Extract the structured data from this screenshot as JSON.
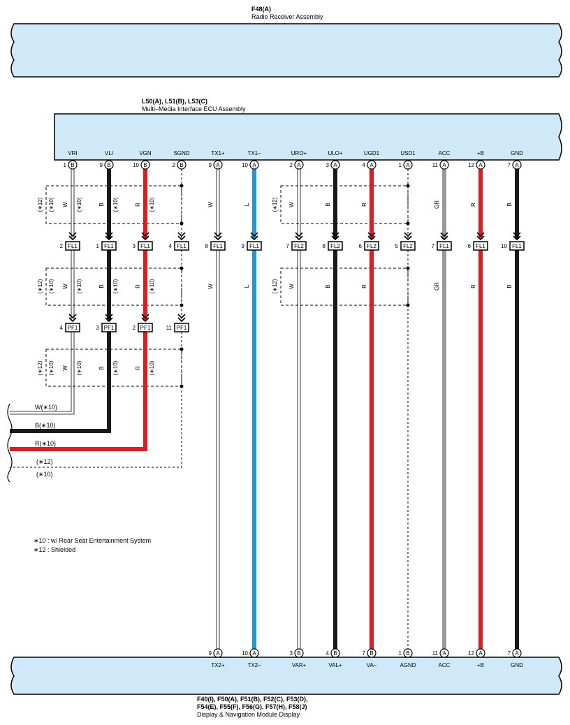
{
  "top_assembly": {
    "code": "F48(A)",
    "name": "Radio Receiver Assembly"
  },
  "mid_assembly": {
    "code": "L50(A), L51(B), L53(C)",
    "name": "Multi–Media Interface ECU Assembly"
  },
  "bottom_assembly": {
    "code_line1": "F40(I), F50(A), F51(B), F52(C), F53(D),",
    "code_line2": "F54(E), F55(F), F56(G), F57(H), F58(J)",
    "name": "Display & Navigation Module Display"
  },
  "notes": [
    "∗10 : w/ Rear Seat Entertainment System",
    "∗12 : Shielded"
  ],
  "colors": {
    "panel_fill": "#cfe9f8",
    "red": "#e01b22",
    "blue": "#1a9ad9",
    "black": "#1a1a1a",
    "gray": "#999999"
  },
  "top_pins": [
    {
      "label": "VRI",
      "num": "1",
      "conn": "B"
    },
    {
      "label": "VLI",
      "num": "9",
      "conn": "B"
    },
    {
      "label": "VGN",
      "num": "10",
      "conn": "B"
    },
    {
      "label": "SGND",
      "num": "2",
      "conn": "B"
    },
    {
      "label": "TX1+",
      "num": "9",
      "conn": "A"
    },
    {
      "label": "TX1–",
      "num": "10",
      "conn": "A"
    },
    {
      "label": "URO+",
      "num": "2",
      "conn": "A"
    },
    {
      "label": "ULO+",
      "num": "3",
      "conn": "A"
    },
    {
      "label": "UGD1",
      "num": "4",
      "conn": "A"
    },
    {
      "label": "USD1",
      "num": "1",
      "conn": "A"
    },
    {
      "label": "ACC",
      "num": "11",
      "conn": "A"
    },
    {
      "label": "+B",
      "num": "12",
      "conn": "A"
    },
    {
      "label": "GND",
      "num": "7",
      "conn": "A"
    }
  ],
  "fl_row": [
    {
      "num": "2",
      "name": "FL1"
    },
    {
      "num": "1",
      "name": "FL1"
    },
    {
      "num": "3",
      "name": "FL1"
    },
    {
      "num": "4",
      "name": "FL1"
    },
    {
      "num": "8",
      "name": "FL1"
    },
    {
      "num": "9",
      "name": "FL1"
    },
    {
      "num": "7",
      "name": "FL2"
    },
    {
      "num": "8",
      "name": "FL2"
    },
    {
      "num": "6",
      "name": "FL2"
    },
    {
      "num": "5",
      "name": "FL2"
    },
    {
      "num": "7",
      "name": "FL1"
    },
    {
      "num": "6",
      "name": "FL1"
    },
    {
      "num": "10",
      "name": "FL1"
    }
  ],
  "pf_row": [
    {
      "num": "4",
      "name": "PF1"
    },
    {
      "num": "3",
      "name": "PF1"
    },
    {
      "num": "2",
      "name": "PF1"
    },
    {
      "num": "11",
      "name": "PF1"
    }
  ],
  "bottom_pins": [
    {
      "label": "TX2+",
      "num": "9",
      "conn": "A"
    },
    {
      "label": "TX2–",
      "num": "10",
      "conn": "A"
    },
    {
      "label": "VAR+",
      "num": "3",
      "conn": "B"
    },
    {
      "label": "VAL+",
      "num": "4",
      "conn": "B"
    },
    {
      "label": "VA–",
      "num": "7",
      "conn": "B"
    },
    {
      "label": "AGND",
      "num": "1",
      "conn": "B"
    },
    {
      "label": "ACC",
      "num": "11",
      "conn": "A"
    },
    {
      "label": "+B",
      "num": "12",
      "conn": "A"
    },
    {
      "label": "GND",
      "num": "7",
      "conn": "A"
    }
  ],
  "wire_colors": {
    "w1": "W",
    "w2": "B",
    "w3": "R",
    "w5": "W",
    "w6": "L",
    "w7": "W",
    "w8": "B",
    "w9": "R",
    "w11": "GR",
    "w12": "R",
    "w13": "B"
  },
  "markers": {
    "s12": "(∗12)",
    "s10": "(∗10)"
  },
  "left_ends": [
    "W(∗10)",
    "B(∗10)",
    "R(∗10)",
    "(∗12)",
    "(∗10)"
  ]
}
